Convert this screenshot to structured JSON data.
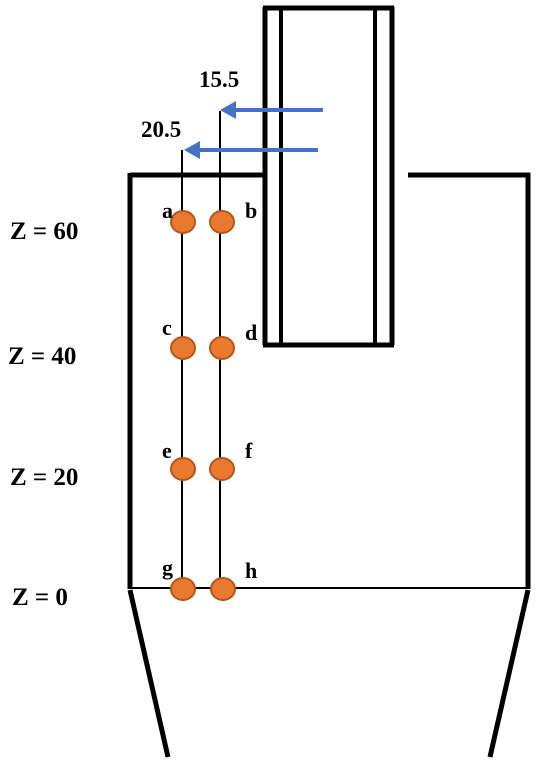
{
  "colors": {
    "outline": "#000000",
    "probe_point": "#E8792E",
    "probe_point_edge": "#B8561A",
    "arrow": "#4472C4",
    "background": "#FFFFFF"
  },
  "depth_labels": [
    "Z = 60",
    "Z = 40",
    "Z = 20",
    "Z = 0"
  ],
  "radial_labels": [
    "15.5",
    "20.5"
  ],
  "point_labels": [
    "a",
    "b",
    "c",
    "d",
    "e",
    "f",
    "g",
    "h"
  ]
}
